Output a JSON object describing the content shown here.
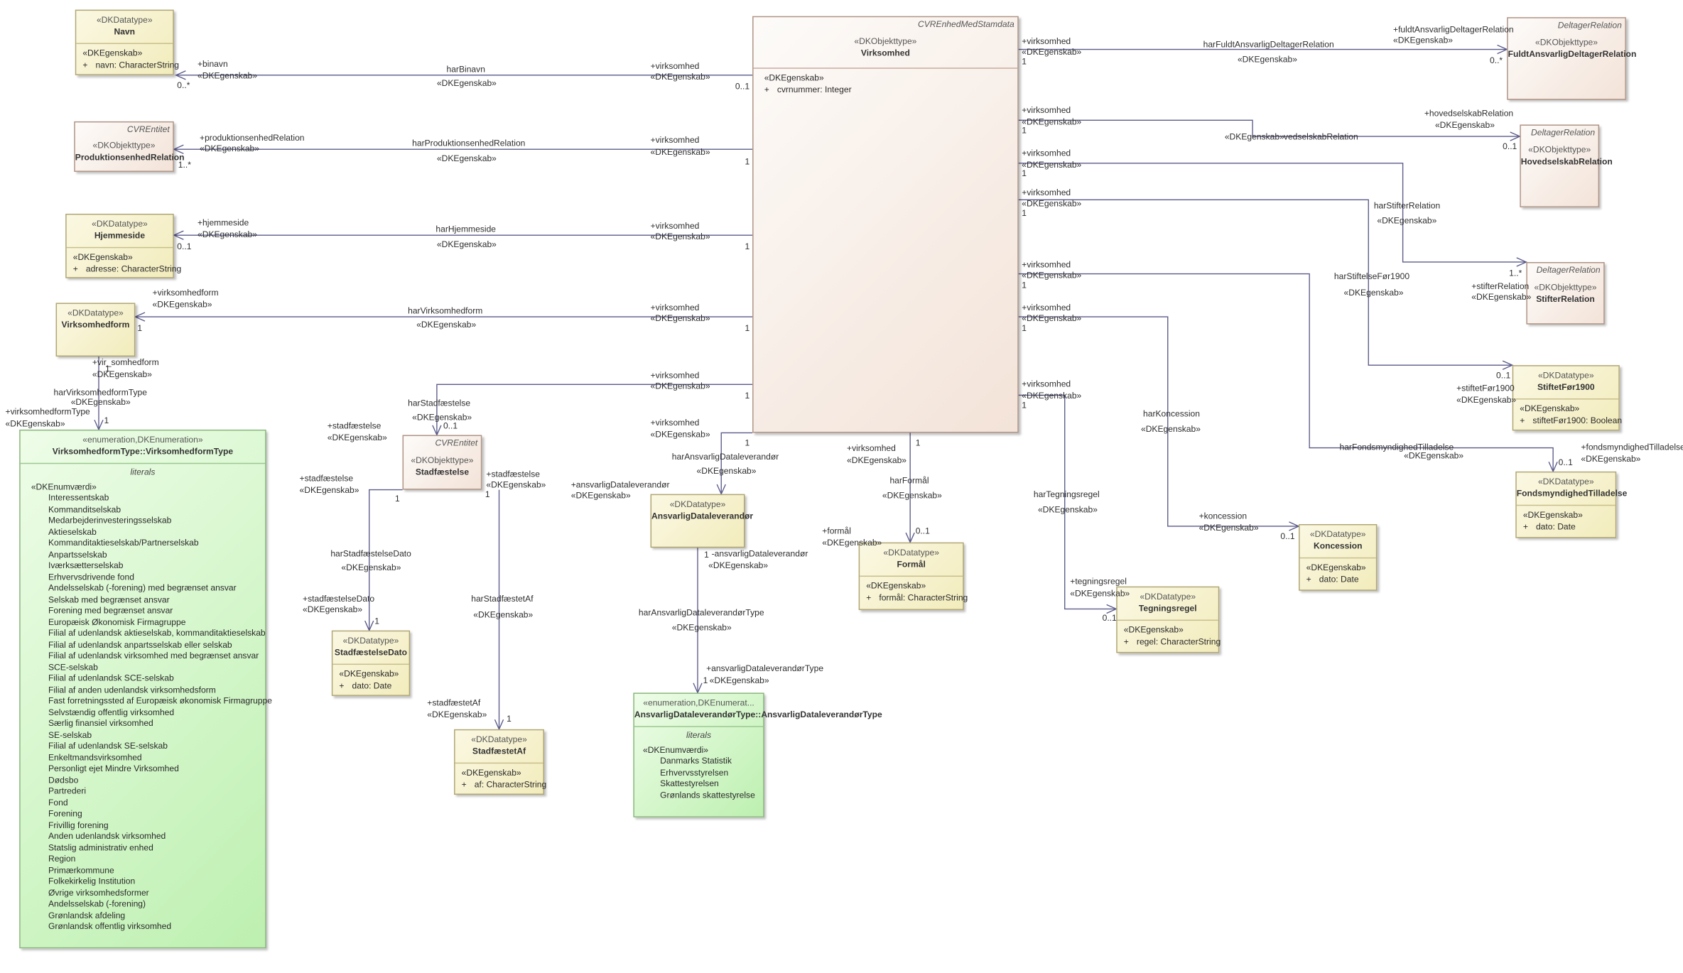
{
  "labels": {
    "dke": "«DKEgenskab»",
    "virksomhed": "+virksomhed",
    "one": "1",
    "zero_one": "0..1",
    "zero_many": "0..*",
    "one_many": "1..*",
    "binavn_role": "+binavn",
    "har_binavn": "harBinavn",
    "prodrel_role": "+produktionsenhedRelation",
    "har_prodrel": "harProduktionsenhedRelation",
    "hjemmeside_role": "+hjemmeside",
    "har_hjemmeside": "harHjemmeside",
    "virksomhedform_role": "+virksomhedform",
    "har_virksomhedform": "harVirksomhedform",
    "virksomhedform_role_broken": "+vir_somhedform",
    "har_vftype": "harVirksomhedformType",
    "vftype_role": "+virksomhedformType",
    "stadfaestelse_role": "+stadfæstelse",
    "har_stadfaestelse": "harStadfæstelse",
    "har_stadfaestelsedato": "harStadfæstelseDato",
    "stadfaestelsedato_role": "+stadfæstelseDato",
    "har_stadfaestetaf": "harStadfæstetAf",
    "stadfaestetaf_role": "+stadfæstetAf",
    "har_ansvarlig": "harAnsvarligDataleverandør",
    "ansvarlig_role": "+ansvarligDataleverandør",
    "ansvarlig_role_partial": "-ansvarligDataleverandør",
    "har_ansvarligtype": "harAnsvarligDataleverandørType",
    "ansvarligtype_role": "+ansvarligDataleverandørType",
    "har_formaal": "harFormål",
    "formaal_role": "+formål",
    "har_tegningsregel": "harTegningsregel",
    "tegningsregel_role": "+tegningsregel",
    "har_koncession": "harKoncession",
    "koncession_role": "+koncession",
    "har_fondsmyndighed": "harFondsmyndighedTilladelse",
    "fondsmyndighed_role": "+fondsmyndighedTilladelse",
    "har_stiftetfoer": "harStiftelseFør1900",
    "stiftetfoer_role": "+stiftetFør1900",
    "har_stifter": "harStifterRelation",
    "stifter_role": "+stifterRelation",
    "hovedselskab_role": "+hovedselskabRelation",
    "har_hovedselskab_partial": "vedselskabRelation",
    "har_fuldt": "harFuldtAnsvarligDeltagerRelation",
    "fuldt_role": "+fuldtAnsvarligDeltagerRelation"
  },
  "boxes": {
    "navn": {
      "stereo": "«DKDatatype»",
      "name": "Navn",
      "attr_stereo": "«DKEgenskab»",
      "attrs": [
        {
          "vis": "+",
          "text": "navn: CharacterString"
        }
      ]
    },
    "produktionsenhed": {
      "corner": "CVREntitet",
      "stereo": "«DKObjekttype»",
      "name": "ProduktionsenhedRelation"
    },
    "hjemmeside": {
      "stereo": "«DKDatatype»",
      "name": "Hjemmeside",
      "attr_stereo": "«DKEgenskab»",
      "attrs": [
        {
          "vis": "+",
          "text": "adresse: CharacterString"
        }
      ]
    },
    "virksomhedsform": {
      "stereo": "«DKDatatype»",
      "name": "Virksomhedform"
    },
    "virksomhed": {
      "corner": "CVREnhedMedStamdata",
      "stereo": "«DKObjekttype»",
      "name": "Virksomhed",
      "attr_stereo": "«DKEgenskab»",
      "attrs": [
        {
          "vis": "+",
          "text": "cvrnummer: Integer"
        }
      ]
    },
    "stadfaestelse": {
      "corner": "CVREntitet",
      "stereo": "«DKObjekttype»",
      "name": "Stadfæstelse"
    },
    "ansvarlig": {
      "stereo": "«DKDatatype»",
      "name": "AnsvarligDataleverandør"
    },
    "formaal": {
      "stereo": "«DKDatatype»",
      "name": "Formål",
      "attr_stereo": "«DKEgenskab»",
      "attrs": [
        {
          "vis": "+",
          "text": "formål: CharacterString"
        }
      ]
    },
    "stadfaestelsedato": {
      "stereo": "«DKDatatype»",
      "name": "StadfæstelseDato",
      "attr_stereo": "«DKEgenskab»",
      "attrs": [
        {
          "vis": "+",
          "text": "dato: Date"
        }
      ]
    },
    "stadfaestetaf": {
      "stereo": "«DKDatatype»",
      "name": "StadfæstetAf",
      "attr_stereo": "«DKEgenskab»",
      "attrs": [
        {
          "vis": "+",
          "text": "af: CharacterString"
        }
      ]
    },
    "tegningsregel": {
      "stereo": "«DKDatatype»",
      "name": "Tegningsregel",
      "attr_stereo": "«DKEgenskab»",
      "attrs": [
        {
          "vis": "+",
          "text": "regel: CharacterString"
        }
      ]
    },
    "koncession": {
      "stereo": "«DKDatatype»",
      "name": "Koncession",
      "attr_stereo": "«DKEgenskab»",
      "attrs": [
        {
          "vis": "+",
          "text": "dato: Date"
        }
      ]
    },
    "fondsmyndighed": {
      "stereo": "«DKDatatype»",
      "name": "FondsmyndighedTilladelse",
      "attr_stereo": "«DKEgenskab»",
      "attrs": [
        {
          "vis": "+",
          "text": "dato: Date"
        }
      ]
    },
    "stiftetfoer": {
      "stereo": "«DKDatatype»",
      "name": "StiftetFør1900",
      "attr_stereo": "«DKEgenskab»",
      "attrs": [
        {
          "vis": "+",
          "text": "stiftetFør1900: Boolean"
        }
      ]
    },
    "stifter": {
      "corner": "DeltagerRelation",
      "stereo": "«DKObjekttype»",
      "name": "StifterRelation"
    },
    "hovedselskab": {
      "corner": "DeltagerRelation",
      "stereo": "«DKObjekttype»",
      "name": "HovedselskabRelation"
    },
    "fuldt": {
      "corner": "DeltagerRelation",
      "stereo": "«DKObjekttype»",
      "name": "FuldtAnsvarligDeltagerRelation"
    },
    "vftype": {
      "stereo": "«enumeration,DKEnumeration»",
      "name": "VirksomhedformType::VirksomhedformType",
      "section": "literals",
      "lit_stereo": "«DKEnumværdi»",
      "literals": [
        "Interessentskab",
        "Kommanditselskab",
        "Medarbejderinvesteringsselskab",
        "Aktieselskab",
        "Kommanditaktieselskab/Partnerselskab",
        "Anpartsselskab",
        "Iværksætterselskab",
        "Erhvervsdrivende fond",
        "Andelsselskab (-forening) med begrænset ansvar",
        "Selskab med begrænset ansvar",
        "Forening med begrænset ansvar",
        "Europæisk Økonomisk Firmagruppe",
        "Filial af udenlandsk aktieselskab, kommanditaktieselskab",
        "Filial af udenlandsk anpartsselskab eller selskab",
        "Filial af udenlandsk virksomhed med begrænset ansvar",
        "SCE-selskab",
        "Filial af udenlandsk SCE-selskab",
        "Filial af anden udenlandsk virksomhedsform",
        "Fast forretningssted af Europæisk økonomisk Firmagruppe",
        "Selvstændig offentlig virksomhed",
        "Særlig finansiel virksomhed",
        "SE-selskab",
        "Filial af udenlandsk SE-selskab",
        "Enkeltmandsvirksomhed",
        "Personligt ejet Mindre Virksomhed",
        "Dødsbo",
        "Partrederi",
        "Fond",
        "Forening",
        "Frivillig forening",
        "Anden udenlandsk virksomhed",
        "Statslig administrativ enhed",
        "Region",
        "Primærkommune",
        "Folkekirkelig Institution",
        "Øvrige virksomhedsformer",
        "Andelsselskab (-forening)",
        "Grønlandsk afdeling",
        "Grønlandsk offentlig virksomhed"
      ]
    },
    "ansvarligtype": {
      "stereo": "«enumeration,DKEnumerat...",
      "name": "AnsvarligDataleverandørType::AnsvarligDataleverandørType",
      "section": "literals",
      "lit_stereo": "«DKEnumværdi»",
      "literals": [
        "Danmarks Statistik",
        "Erhvervsstyrelsen",
        "Skattestyrelsen",
        "Grønlands skattestyrelse"
      ]
    }
  }
}
